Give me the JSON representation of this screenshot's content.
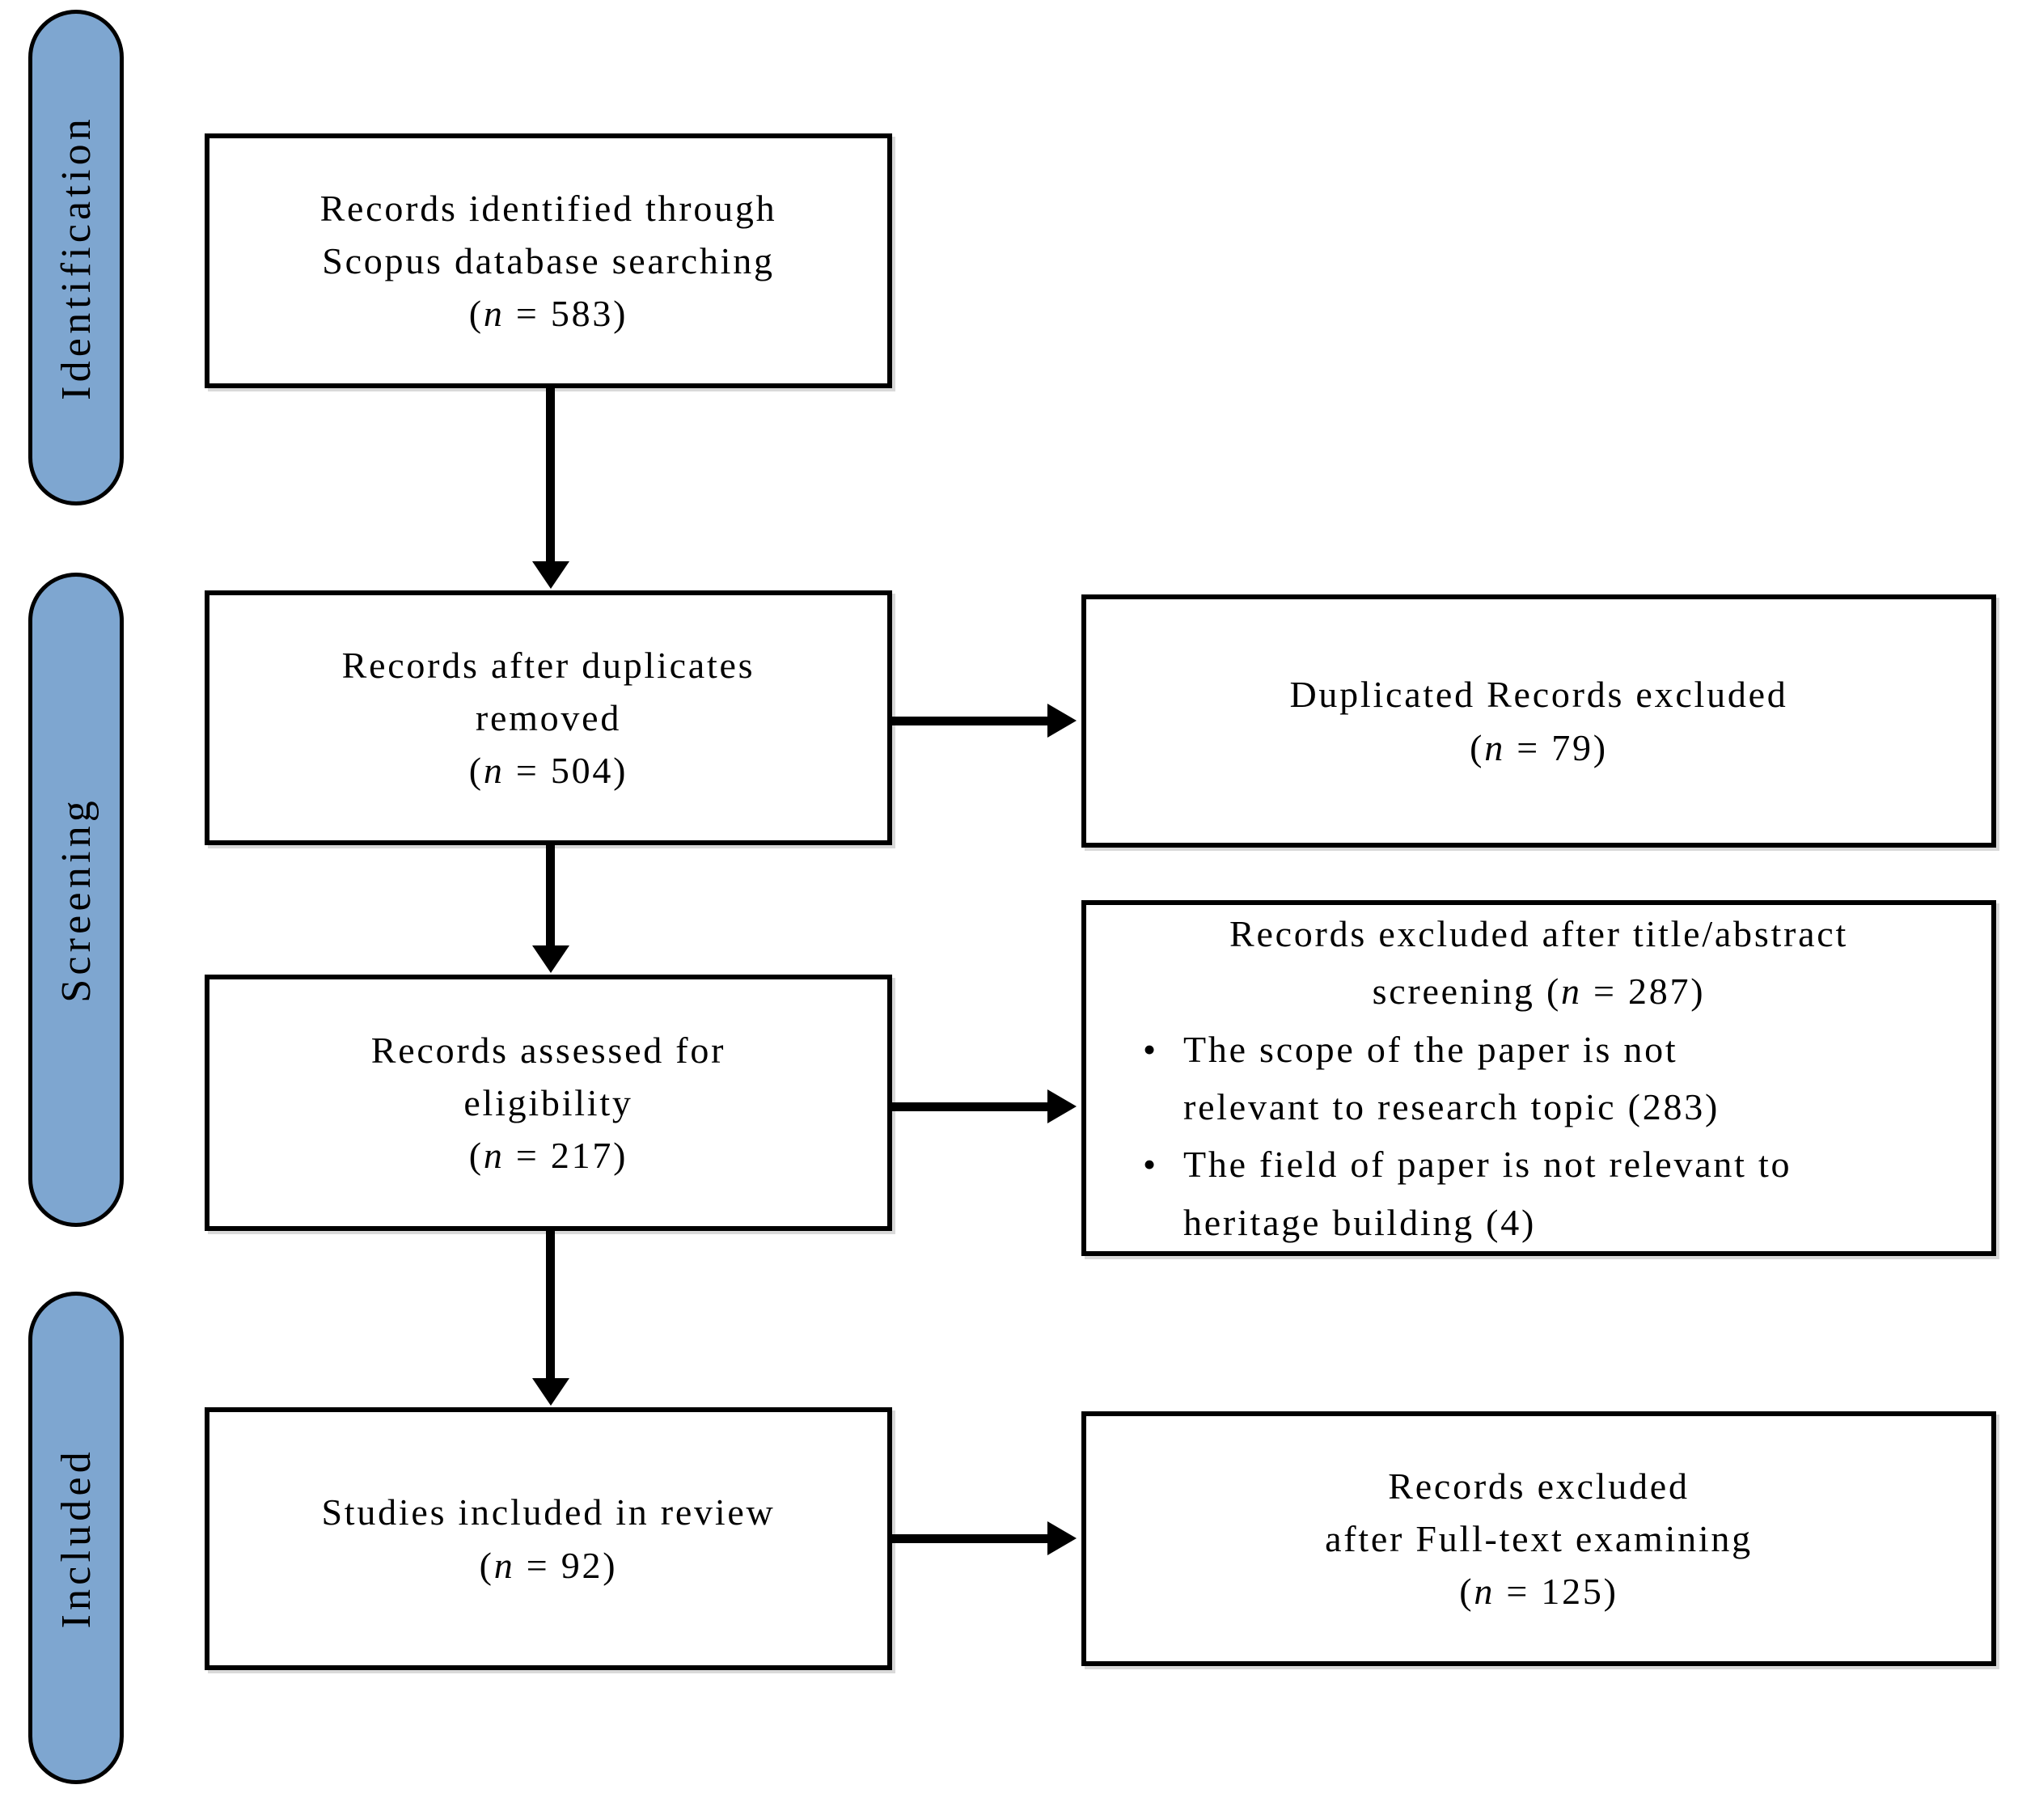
{
  "figure": {
    "kind": "prisma-flow-diagram",
    "background": "#ffffff"
  },
  "colors": {
    "stage_pill_fill": "#7ea6d0",
    "stage_pill_border": "#000000",
    "box_border": "#000000",
    "text": "#000000",
    "arrow": "#000000"
  },
  "glyphs": {
    "bullet": "•"
  },
  "stages": [
    {
      "label": "Identification"
    },
    {
      "label": "Screening"
    },
    {
      "label": "Included"
    }
  ],
  "boxes": {
    "identified": {
      "lines": [
        "Records identified through",
        "Scopus database searching"
      ],
      "count": {
        "open": "(",
        "var": "n",
        "rest": " = 583)"
      },
      "n": 583
    },
    "duplicates_removed": {
      "lines": [
        "Records after duplicates",
        "removed"
      ],
      "count": {
        "open": "(",
        "var": "n",
        "rest": " = 504)"
      },
      "n": 504
    },
    "assessed": {
      "lines": [
        "Records assessed for",
        "eligibility"
      ],
      "count": {
        "open": "(",
        "var": "n",
        "rest": " = 217)"
      },
      "n": 217
    },
    "included_studies": {
      "lines": [
        "Studies included in review"
      ],
      "count": {
        "open": "(",
        "var": "n",
        "rest": " = 92)"
      },
      "n": 92
    },
    "dup_excluded": {
      "lines": [
        "Duplicated Records excluded"
      ],
      "count": {
        "open": "(",
        "var": "n",
        "rest": " = 79)"
      },
      "n": 79
    },
    "title_abstract_excluded": {
      "title_line1": "Records excluded after title/abstract",
      "title_line2": {
        "pre": "screening (",
        "var": "n",
        "rest": " = 287)"
      },
      "n": 287,
      "bullets": [
        {
          "lines": [
            "The scope of the paper is not",
            "relevant to research topic (283)"
          ]
        },
        {
          "lines": [
            "The field of paper is not relevant to",
            "heritage building (4)"
          ]
        }
      ]
    },
    "fulltext_excluded": {
      "lines": [
        "Records excluded",
        "after Full-text examining"
      ],
      "count": {
        "open": "(",
        "var": "n",
        "rest": " = 125)"
      },
      "n": 125
    }
  }
}
